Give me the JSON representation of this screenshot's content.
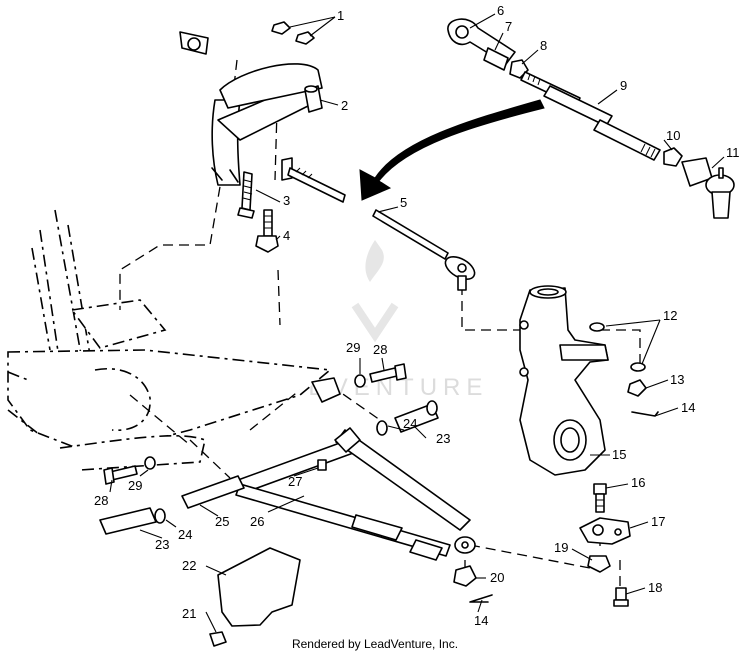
{
  "credit": "Rendered by LeadVenture, Inc.",
  "watermark_text": "LEADVENTURE",
  "callouts": {
    "c1": "1",
    "c2": "2",
    "c3": "3",
    "c4": "4",
    "c5": "5",
    "c6": "6",
    "c7": "7",
    "c8": "8",
    "c9": "9",
    "c10": "10",
    "c11": "11",
    "c12": "12",
    "c13": "13",
    "c14a": "14",
    "c14b": "14",
    "c15": "15",
    "c16": "16",
    "c17": "17",
    "c18": "18",
    "c19": "19",
    "c20": "20",
    "c21": "21",
    "c22": "22",
    "c23a": "23",
    "c23b": "23",
    "c24a": "24",
    "c24b": "24",
    "c25": "25",
    "c26": "26",
    "c27": "27",
    "c28a": "28",
    "c28b": "28",
    "c29a": "29",
    "c29b": "29"
  }
}
